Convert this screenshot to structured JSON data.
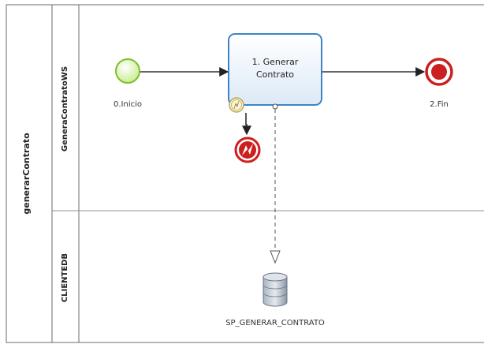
{
  "pool": {
    "name": "generarContrato"
  },
  "lanes": [
    {
      "name": "GeneraContratoWS"
    },
    {
      "name": "CLIENTEDB"
    }
  ],
  "nodes": {
    "start": {
      "label": "0.Inicio"
    },
    "task": {
      "label_line1": "1. Generar",
      "label_line2": "Contrato"
    },
    "end": {
      "label": "2.Fin"
    },
    "datastore": {
      "label": "SP_GENERAR_CONTRATO"
    }
  },
  "colors": {
    "start_fill": "#e6f7c2",
    "start_stroke": "#7bbf2a",
    "task_fill": "#e9f2fb",
    "task_stroke": "#3f83c4",
    "end_fill": "#cc1f1f",
    "error_fill": "#cc1f1f",
    "lane_line": "#8c8c8c",
    "flow": "#333333",
    "assoc": "#555555"
  }
}
